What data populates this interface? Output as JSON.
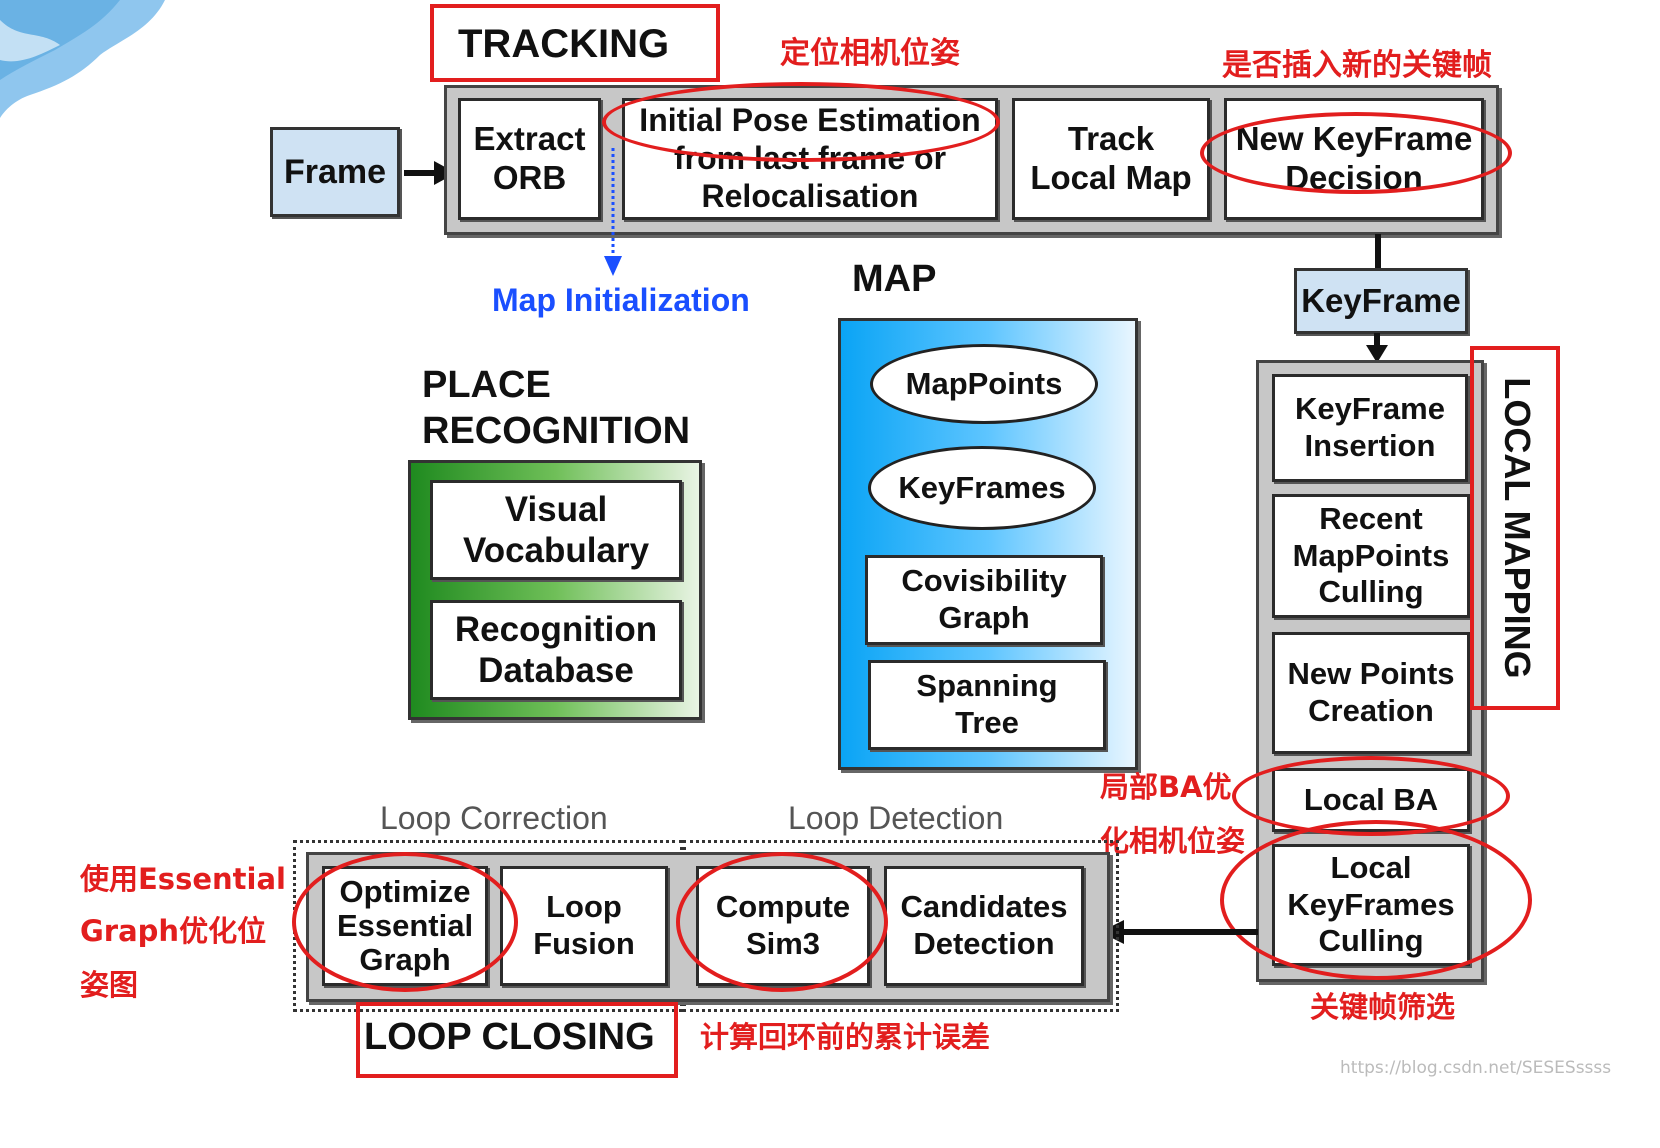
{
  "tracking": {
    "title": "TRACKING",
    "frame": "Frame",
    "extract_orb": "Extract\nORB",
    "initial_pose": "Initial Pose Estimation\nfrom last frame or\nRelocalisation",
    "track_local_map": "Track\nLocal Map",
    "new_keyframe_decision": "New KeyFrame\nDecision",
    "map_initialization": "Map Initialization",
    "keyframe": "KeyFrame"
  },
  "map": {
    "title": "MAP",
    "mappoints": "MapPoints",
    "keyframes": "KeyFrames",
    "covisibility_graph": "Covisibility\nGraph",
    "spanning_tree": "Spanning\nTree"
  },
  "place_recognition": {
    "title": "PLACE\nRECOGNITION",
    "visual_vocabulary": "Visual\nVocabulary",
    "recognition_database": "Recognition\nDatabase"
  },
  "local_mapping": {
    "title": "LOCAL MAPPING",
    "keyframe_insertion": "KeyFrame\nInsertion",
    "recent_mappoints_culling": "Recent\nMapPoints\nCulling",
    "new_points_creation": "New Points\nCreation",
    "local_ba": "Local BA",
    "local_keyframes_culling": "Local\nKeyFrames\nCulling"
  },
  "loop_closing": {
    "title": "LOOP CLOSING",
    "loop_correction": "Loop Correction",
    "loop_detection": "Loop Detection",
    "optimize_essential_graph": "Optimize\nEssential\nGraph",
    "loop_fusion": "Loop\nFusion",
    "compute_sim3": "Compute\nSim3",
    "candidates_detection": "Candidates\nDetection"
  },
  "annotations": {
    "locate_camera_pose": "定位相机位姿",
    "insert_new_keyframe": "是否插入新的关键帧",
    "local_ba_note_1": "局部BA优",
    "local_ba_note_2": "化相机位姿",
    "keyframe_filter": "关键帧筛选",
    "essential_graph_note_1": "使用Essential",
    "essential_graph_note_2": "Graph优化位",
    "essential_graph_note_3": "姿图",
    "accumulated_error": "计算回环前的累计误差"
  },
  "watermark": "https://blog.csdn.net/SESESssss",
  "colors": {
    "annotation_red": "#e21e1e",
    "map_blue": "#00aaff",
    "place_green": "#1f8a1f",
    "map_init_blue": "#1a4fff",
    "keyframe_blue": "#cfe2f3"
  }
}
